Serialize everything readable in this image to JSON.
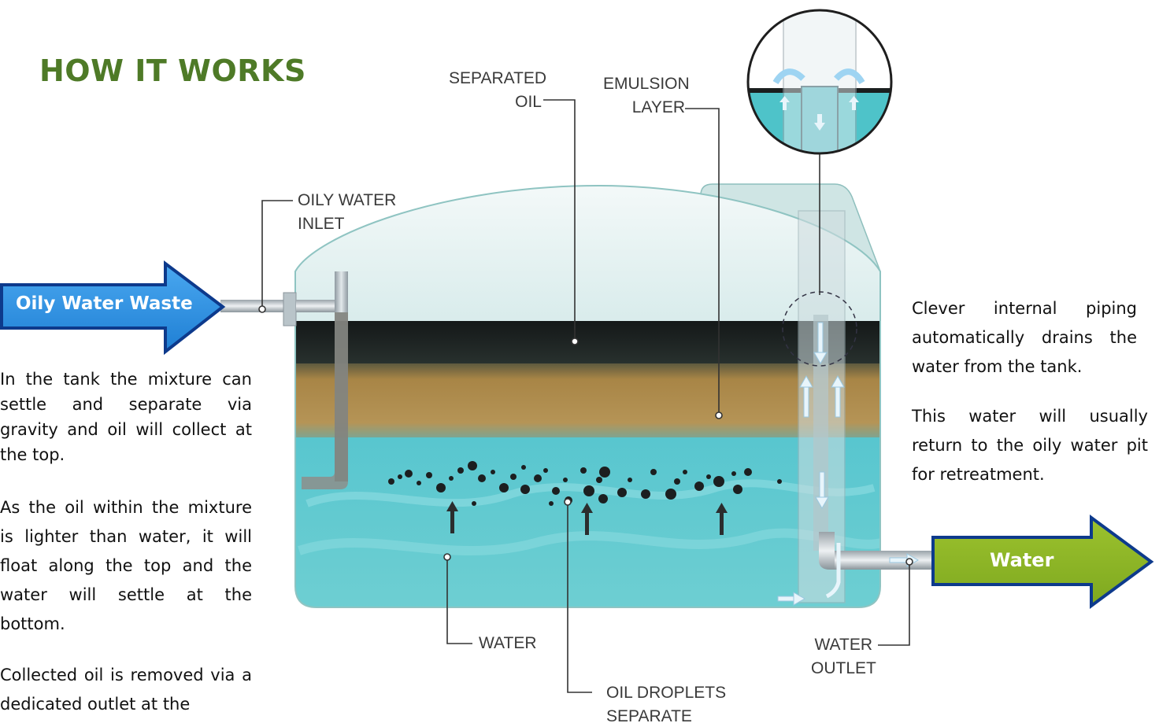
{
  "title": "HOW IT WORKS",
  "arrows": {
    "inlet": "Oily Water Waste",
    "outlet": "Water"
  },
  "left_text": [
    "In the tank the mixture can settle and separate via gravity and oil will collect at the top.",
    "As the oil within the mixture is lighter than water, it will float along the top and the water will settle at the bottom.",
    "Collected oil is removed via a dedicated outlet at the"
  ],
  "right_text": [
    "Clever internal piping automatically drains the water from the tank.",
    "This water will usually return to the oily water pit for retreatment."
  ],
  "labels": {
    "separated_oil": "SEPARATED\nOIL",
    "emulsion_layer": "EMULSION\nLAYER",
    "oily_water_inlet": "OILY WATER\nINLET",
    "water": "WATER",
    "oil_droplets": "OIL DROPLETS\nSEPARATE",
    "water_outlet": "WATER\nOUTLET"
  },
  "colors": {
    "title_green": "#4e7a27",
    "inlet_arrow_blue": "#2a8fe0",
    "arrow_border": "#0d3a8c",
    "outlet_arrow_green": "#8cb425",
    "water_teal": "#4fc3cf",
    "oil_dark": "#1a1f1f",
    "emulsion_brown": "#9a7a3c"
  }
}
